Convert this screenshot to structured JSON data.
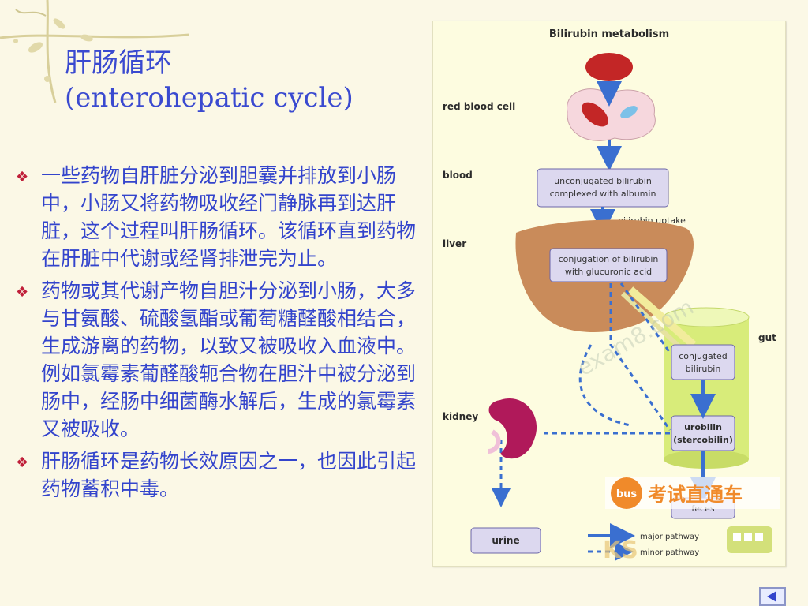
{
  "slide": {
    "title_line1": "肝肠循环",
    "title_line2": "(enterohepatic cycle)",
    "bullets": [
      "一些药物自肝脏分泌到胆囊并排放到小肠中，小肠又将药物吸收经门静脉再到达肝脏，这个过程叫肝肠循环。该循环直到药物在肝脏中代谢或经肾排泄完为止。",
      "药物或其代谢产物自胆汁分泌到小肠，大多与甘氨酸、硫酸氢酯或葡萄糖醛酸相结合，生成游离的药物，以致又被吸收入血液中。例如氯霉素葡醛酸轭合物在胆汁中被分泌到肠中，经肠中细菌酶水解后，生成的氯霉素又被吸收。",
      "肝肠循环是药物长效原因之一，也因此引起药物蓄积中毒。"
    ]
  },
  "figure": {
    "title": "Bilirubin metabolism",
    "labels": {
      "rbc": "red blood cell",
      "blood": "blood",
      "liver": "liver",
      "gut": "gut",
      "kidney": "kidney"
    },
    "boxes": {
      "unconj_l1": "unconjugated bilirubin",
      "unconj_l2": "complexed with albumin",
      "uptake": "bilirubin uptake",
      "conjugation_l1": "conjugation of bilirubin",
      "conjugation_l2": "with glucuronic acid",
      "conjugated_l1": "conjugated",
      "conjugated_l2": "bilirubin",
      "urobilin_l1": "urobilin",
      "urobilin_l2": "(stercobilin)",
      "urine": "urine",
      "feces": "feces"
    },
    "legend": {
      "major": "major pathway",
      "minor": "minor pathway"
    },
    "watermark": {
      "bus": "bus",
      "text": "考试直通车",
      "ks": "KS",
      "site": "exam8.com"
    }
  },
  "colors": {
    "title": "#3a4ad0",
    "text": "#3344cc",
    "bullet": "#c0203a",
    "arrow": "#3a6fd0",
    "box_fill": "#dcd8ef",
    "box_stroke": "#6b66a8",
    "liver": "#c98b5a",
    "gut": "#d8ec7a",
    "kidney": "#b0195a",
    "rbc_bg": "#f6d7dd",
    "rbc": "#c32626"
  },
  "icons": {
    "nav": "triangle-left-icon",
    "bullet": "diamond-cluster-icon"
  }
}
